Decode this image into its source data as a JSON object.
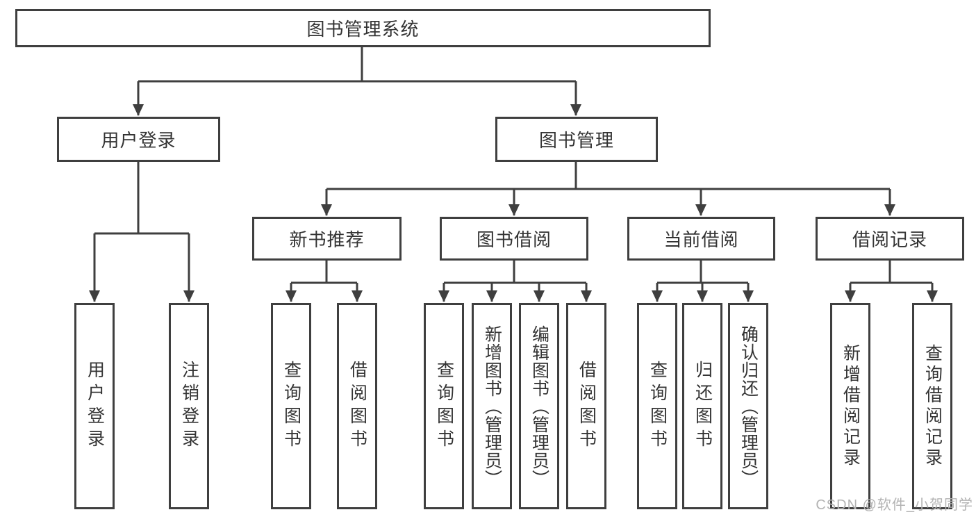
{
  "root_label": "图书管理系统",
  "nodes": {
    "user_login": {
      "label": "用户登录"
    },
    "book_mgmt": {
      "label": "图书管理"
    },
    "new_books": {
      "label": "新书推荐"
    },
    "borrow": {
      "label": "图书借阅"
    },
    "current": {
      "label": "当前借阅"
    },
    "records": {
      "label": "借阅记录"
    }
  },
  "leaves": {
    "user_login": [
      "用户登录",
      "注销登录"
    ],
    "new_books": [
      "查询图书",
      "借阅图书"
    ],
    "borrow": [
      "查询图书",
      "新增图书（管理员）",
      "编辑图书（管理员）",
      "借阅图书"
    ],
    "current": [
      "查询图书",
      "归还图书",
      "确认归还（管理员）"
    ],
    "records": [
      "新增借阅记录",
      "查询借阅记录"
    ]
  },
  "colors": {
    "line": "#3f3f3f",
    "text": "#333333",
    "background": "#ffffff",
    "watermark": "#b3b3b3"
  },
  "watermark": "CSDN @软件_小贺同学"
}
